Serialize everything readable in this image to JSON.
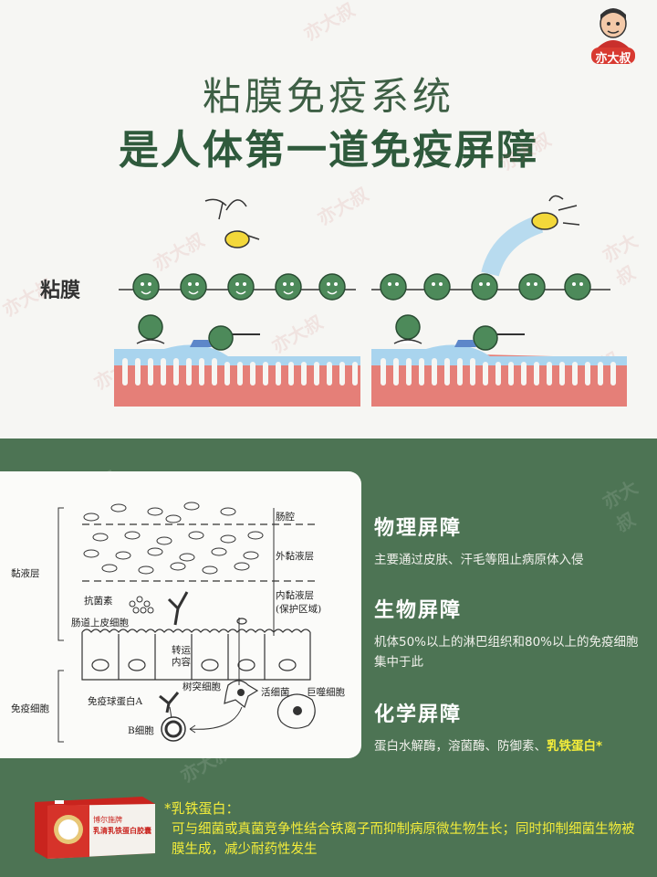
{
  "header": {
    "title_line1": "粘膜免疫系统",
    "title_line2": "是人体第一道免疫屏障",
    "mucosa_label": "粘膜"
  },
  "logo": {
    "text": "亦大叔",
    "icon": "cartoon-uncle-avatar-icon"
  },
  "watermark": "亦大叔",
  "diagram": {
    "labels": {
      "lumen": "肠腔",
      "outer_mucus": "外黏液层",
      "inner_mucus_1": "内黏液层",
      "inner_mucus_2": "(保护区域)",
      "mucus_layer": "黏液层",
      "antimicrobial": "抗菌素",
      "epithelial": "肠道上皮细胞",
      "transport_1": "转运",
      "transport_2": "内容",
      "dendritic": "树突细胞",
      "iga": "免疫球蛋白A",
      "live_bacteria": "活细菌",
      "macrophage": "巨噬细胞",
      "b_cell": "B细胞",
      "immune_cells": "免疫细胞"
    }
  },
  "barriers": [
    {
      "title": "物理屏障",
      "desc": "主要通过皮肤、汗毛等阻止病原体入侵"
    },
    {
      "title": "生物屏障",
      "desc": "机体50%以上的淋巴组织和80%以上的免疫细胞集中于此"
    },
    {
      "title": "化学屏障",
      "desc_plain": "蛋白水解酶，溶菌酶、防御素、",
      "desc_highlight": "乳铁蛋白*"
    }
  ],
  "footnote": {
    "title": "*乳铁蛋白：",
    "text": "可与细菌或真菌竞争性结合铁离子而抑制病原微生物生长；同时抑制细菌生物被膜生成，减少耐药性发生"
  },
  "product": {
    "brand": "博尔施牌",
    "name": "乳清乳铁蛋白胶囊"
  },
  "colors": {
    "green_dark": "#2f5a3c",
    "green_bg": "#4d7454",
    "cell_green": "#4d8a5a",
    "tissue_pink": "#e57f78",
    "mucus_blue": "#a9d4ee",
    "highlight_yellow": "#f4ed3a"
  }
}
